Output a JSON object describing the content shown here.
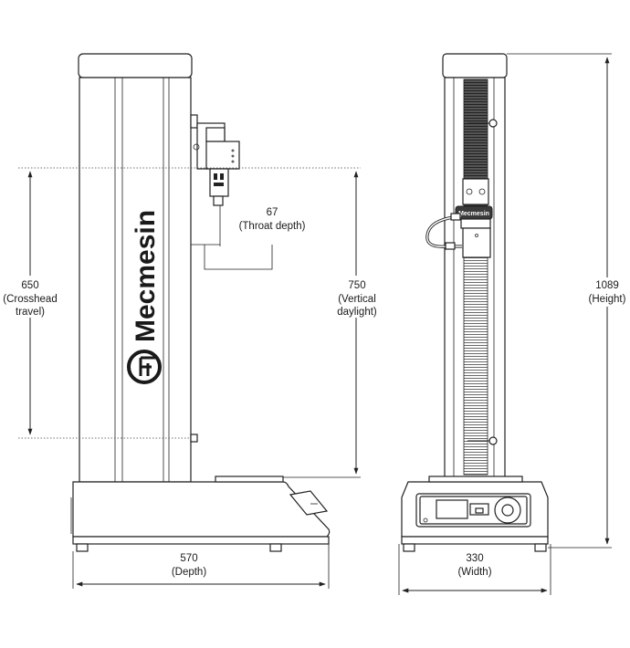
{
  "colors": {
    "line": "#222222",
    "background": "#ffffff"
  },
  "side_view": {
    "brand": "Mecmesin",
    "dimensions": {
      "throat_value": "67",
      "throat_label": "(Throat depth)",
      "travel_value": "650",
      "travel_label_1": "(Crosshead",
      "travel_label_2": "travel)",
      "daylight_value": "750",
      "daylight_label_1": "(Vertical",
      "daylight_label_2": "daylight)",
      "depth_value": "570",
      "depth_label": "(Depth)"
    }
  },
  "front_view": {
    "badge": "Mecmesin",
    "dimensions": {
      "height_value": "1089",
      "height_label": "(Height)",
      "width_value": "330",
      "width_label": "(Width)"
    }
  }
}
